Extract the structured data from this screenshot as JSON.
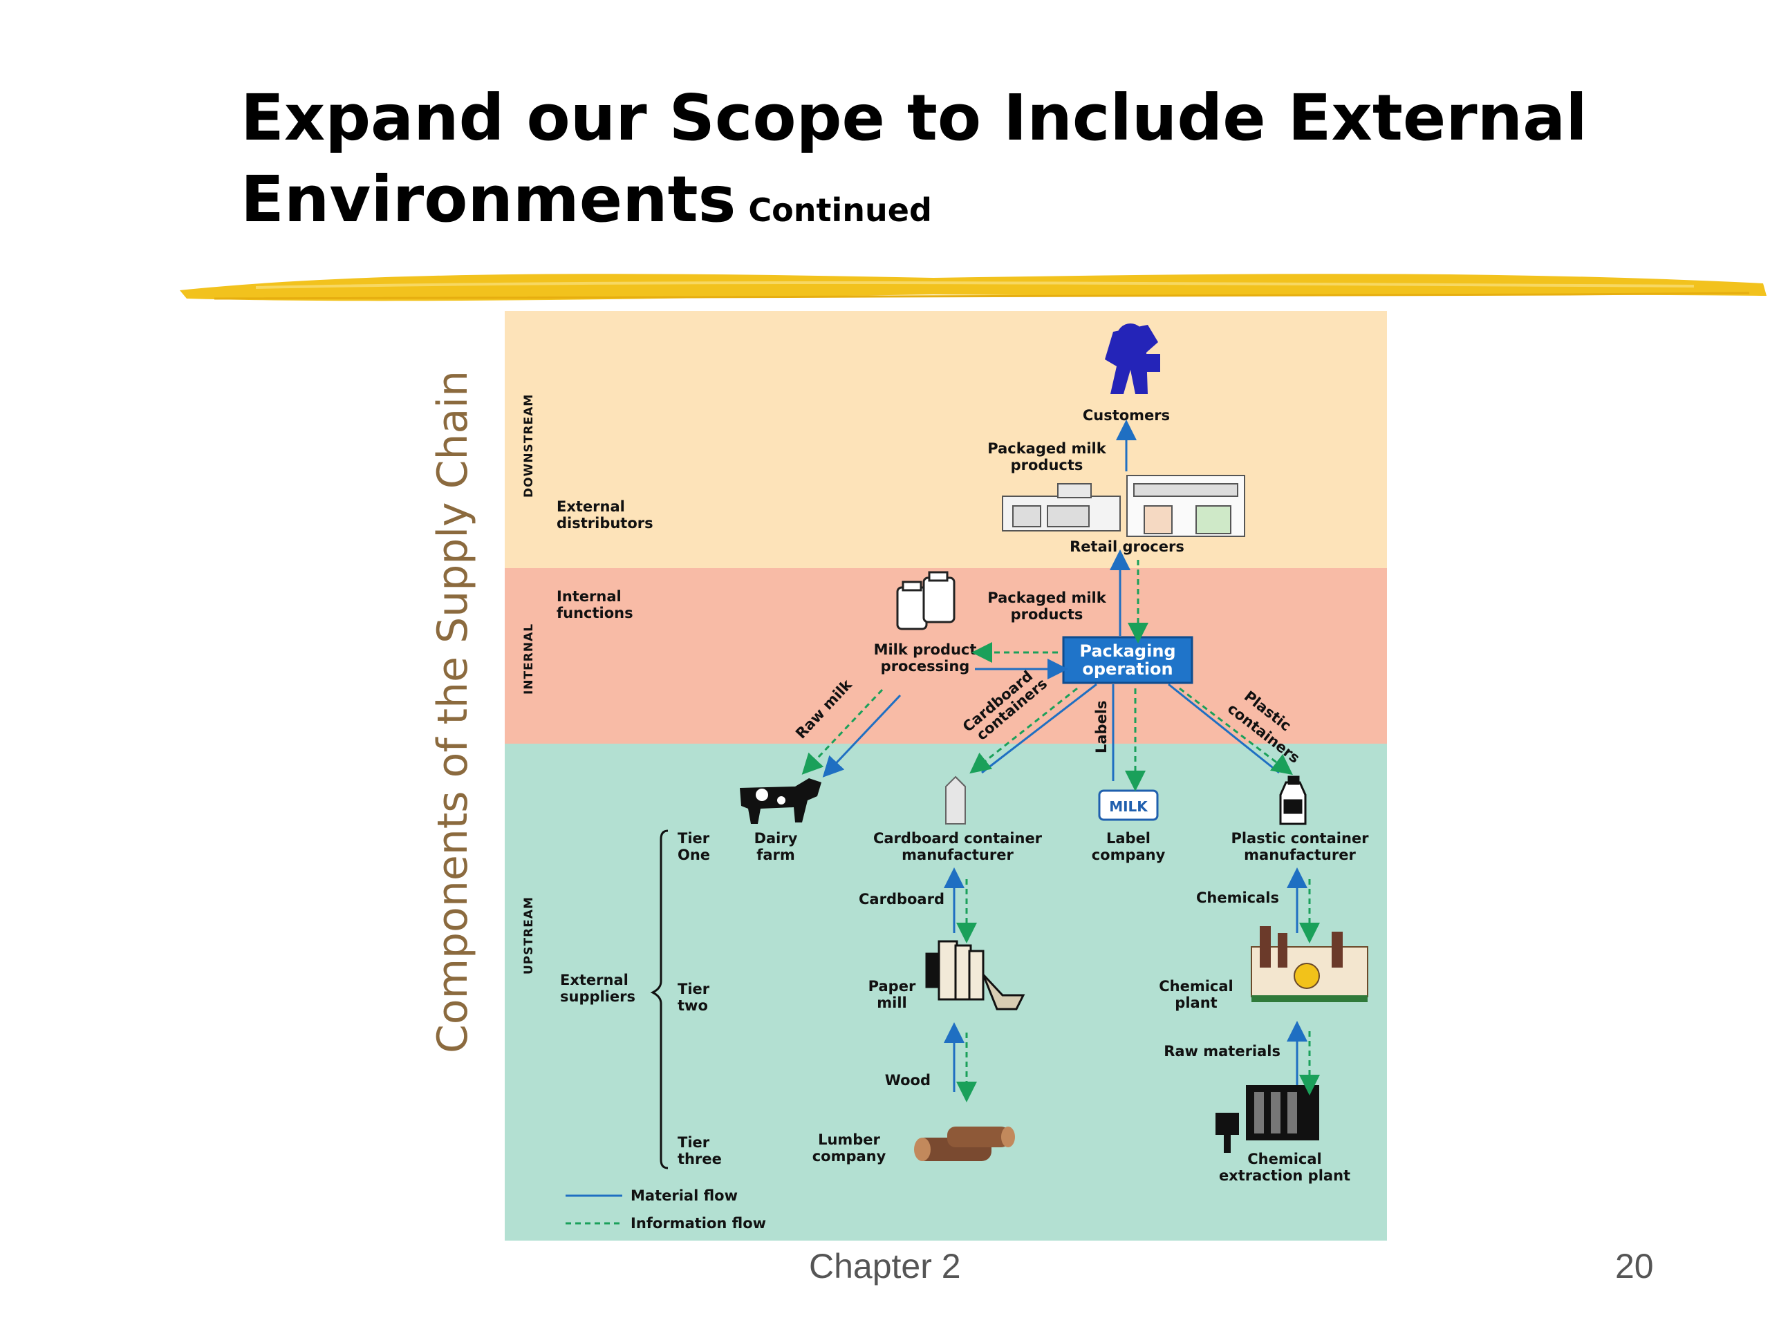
{
  "slide": {
    "title_line1": "Expand our Scope to Include External",
    "title_line2": "Environments",
    "title_suffix": "Continued",
    "side_title": "Components of the Supply Chain",
    "footer_center": "Chapter 2",
    "page_number": "20",
    "rule_color": "#f3c21a"
  },
  "diagram": {
    "zones": {
      "downstream": "DOWNSTREAM",
      "internal": "INTERNAL",
      "upstream": "UPSTREAM"
    },
    "zone_colors": {
      "downstream": "#fde3b9",
      "internal": "#f8bba6",
      "upstream": "#b3e0d2"
    },
    "groups": {
      "external_distributors_1": "External",
      "external_distributors_2": "distributors",
      "internal_functions_1": "Internal",
      "internal_functions_2": "functions",
      "external_suppliers_1": "External",
      "external_suppliers_2": "suppliers"
    },
    "tiers": {
      "one_1": "Tier",
      "one_2": "One",
      "two_1": "Tier",
      "two_2": "two",
      "three_1": "Tier",
      "three_2": "three"
    },
    "nodes": {
      "customers": "Customers",
      "retail_grocers": "Retail grocers",
      "packaging_1": "Packaging",
      "packaging_2": "operation",
      "milk_processing_1": "Milk product",
      "milk_processing_2": "processing",
      "dairy_farm_1": "Dairy",
      "dairy_farm_2": "farm",
      "cardboard_mfr_1": "Cardboard container",
      "cardboard_mfr_2": "manufacturer",
      "label_co_1": "Label",
      "label_co_2": "company",
      "plastic_mfr_1": "Plastic container",
      "plastic_mfr_2": "manufacturer",
      "paper_mill_1": "Paper",
      "paper_mill_2": "mill",
      "chemical_plant_1": "Chemical",
      "chemical_plant_2": "plant",
      "lumber_1": "Lumber",
      "lumber_2": "company",
      "extraction_1": "Chemical",
      "extraction_2": "extraction plant"
    },
    "flows": {
      "packaged_milk_top_1": "Packaged milk",
      "packaged_milk_top_2": "products",
      "packaged_milk_mid_1": "Packaged milk",
      "packaged_milk_mid_2": "products",
      "raw_milk": "Raw milk",
      "cardboard_containers_1": "Cardboard",
      "cardboard_containers_2": "containers",
      "labels": "Labels",
      "plastic_containers_1": "Plastic",
      "plastic_containers_2": "containers",
      "cardboard": "Cardboard",
      "chemicals": "Chemicals",
      "wood": "Wood",
      "raw_materials": "Raw materials"
    },
    "legend": {
      "material": "Material flow",
      "information": "Information flow"
    },
    "colors": {
      "material_flow": "#1f6fc2",
      "information_flow": "#1aa05a",
      "packaging_box": "#1f74c9"
    }
  }
}
